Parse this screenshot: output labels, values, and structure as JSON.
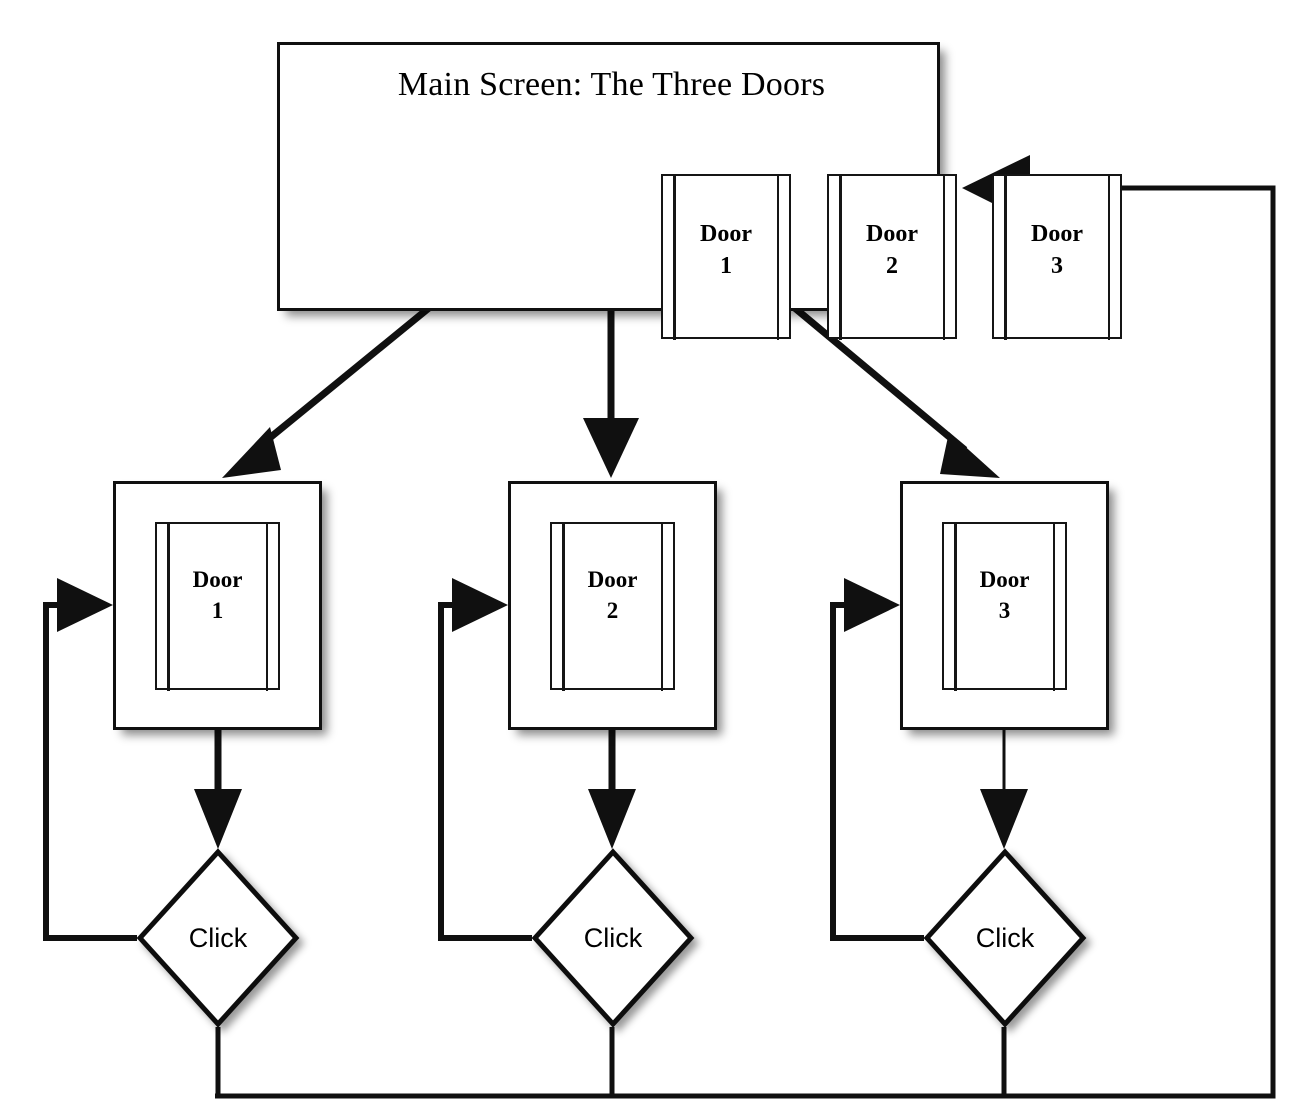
{
  "diagram": {
    "type": "flowchart",
    "title": "Main Screen: The Three Doors",
    "main_screen": {
      "label": "Main Screen: The Three Doors",
      "doors": [
        {
          "label": "Door\n1"
        },
        {
          "label": "Door\n2"
        },
        {
          "label": "Door\n3"
        }
      ]
    },
    "door_screens": [
      {
        "label": "Door\n1",
        "decision": "Click"
      },
      {
        "label": "Door\n2",
        "decision": "Click"
      },
      {
        "label": "Door\n3",
        "decision": "Click"
      }
    ],
    "colors": {
      "stroke": "#101010",
      "background": "#ffffff",
      "shadow": "rgba(0,0,0,0.45)"
    }
  }
}
